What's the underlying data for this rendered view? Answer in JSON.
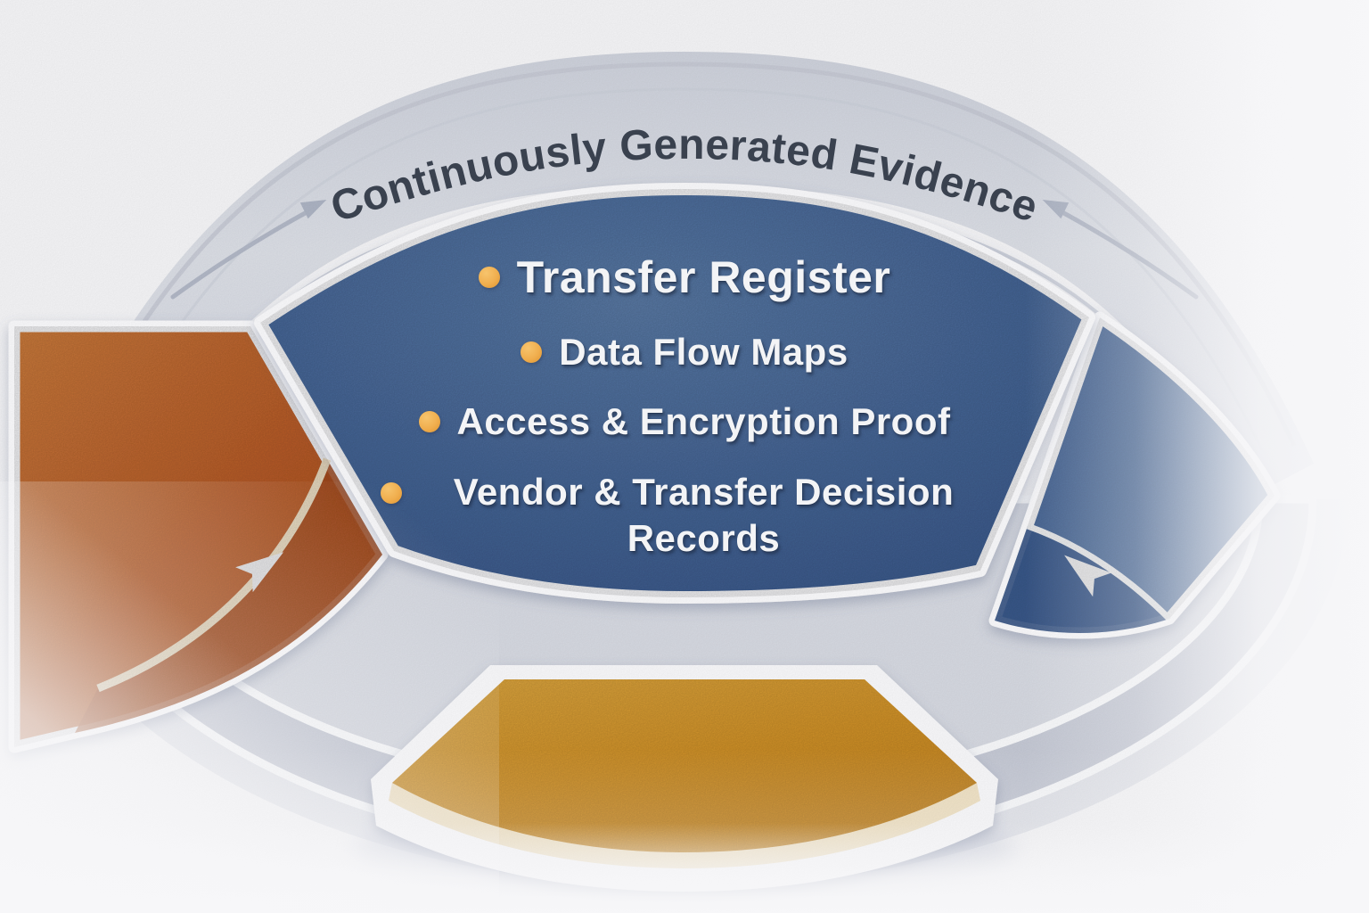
{
  "page": {
    "background_color": "#f7f7f9"
  },
  "banner": {
    "title": "Continuously Generated Evidence",
    "band_color": "#d8dbe4",
    "text_color": "#3d4553"
  },
  "icons": {
    "banner_left_flow_arrow": "arrow-up-right",
    "banner_right_flow_arrow": "arrow-up-left",
    "left_segment_flow_arrow": "arrow-up-right",
    "right_segment_flow_arrow": "arrow-up-left"
  },
  "evidence_panel": {
    "items": [
      "Transfer Register",
      "Data Flow Maps",
      "Access & Encryption Proof",
      "Vendor & Transfer Decision Records"
    ],
    "panel_color": "#47699d",
    "bullet_color": "#f0ae4e",
    "text_color": "#f3f4f6"
  },
  "left_segment": {
    "color": "#c2602a",
    "inner_slice_color": "#ab4c1c",
    "divider_color": "#f4e5c8"
  },
  "right_segment": {
    "color": "#4a6da0",
    "inner_slice_color": "#3c5d92"
  },
  "platform": {
    "color": "#e5a02c",
    "edge_color": "#f1e2c3"
  },
  "floor": {
    "light_band_color": "#d8dbe3",
    "mid_band_color": "#c7cbd7"
  }
}
